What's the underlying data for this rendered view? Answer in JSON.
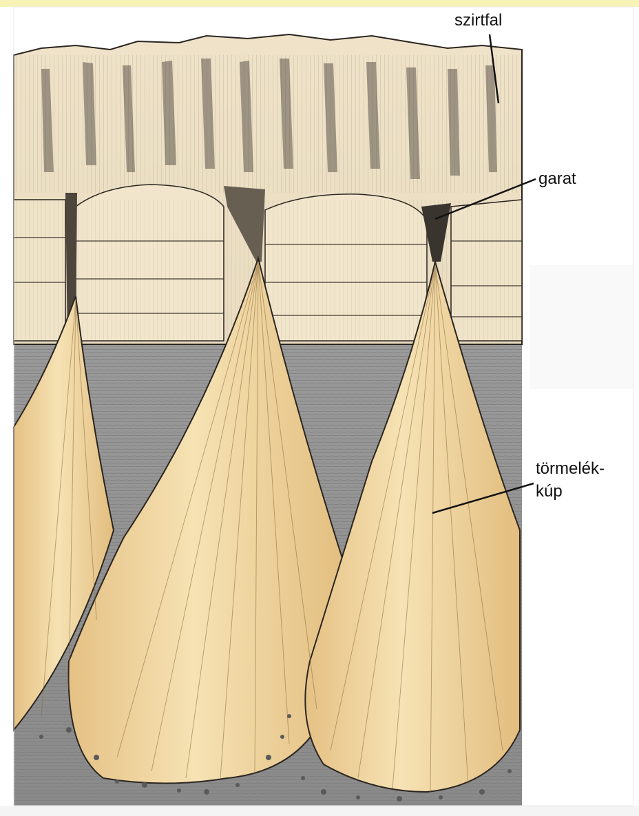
{
  "labels": {
    "cliff_wall": "szirtfal",
    "gully": "garat",
    "debris_cone_line1": "törmelék-",
    "debris_cone_line2": "kúp"
  },
  "colors": {
    "top_band": "#f7f3b6",
    "rock": "#efe3c8",
    "rock_shadow": "#7a6f60",
    "ground": "#8e8e8e",
    "cone": "#eecf95",
    "cone_highlight": "#f6e2b4",
    "ink": "#1a1a1a"
  }
}
